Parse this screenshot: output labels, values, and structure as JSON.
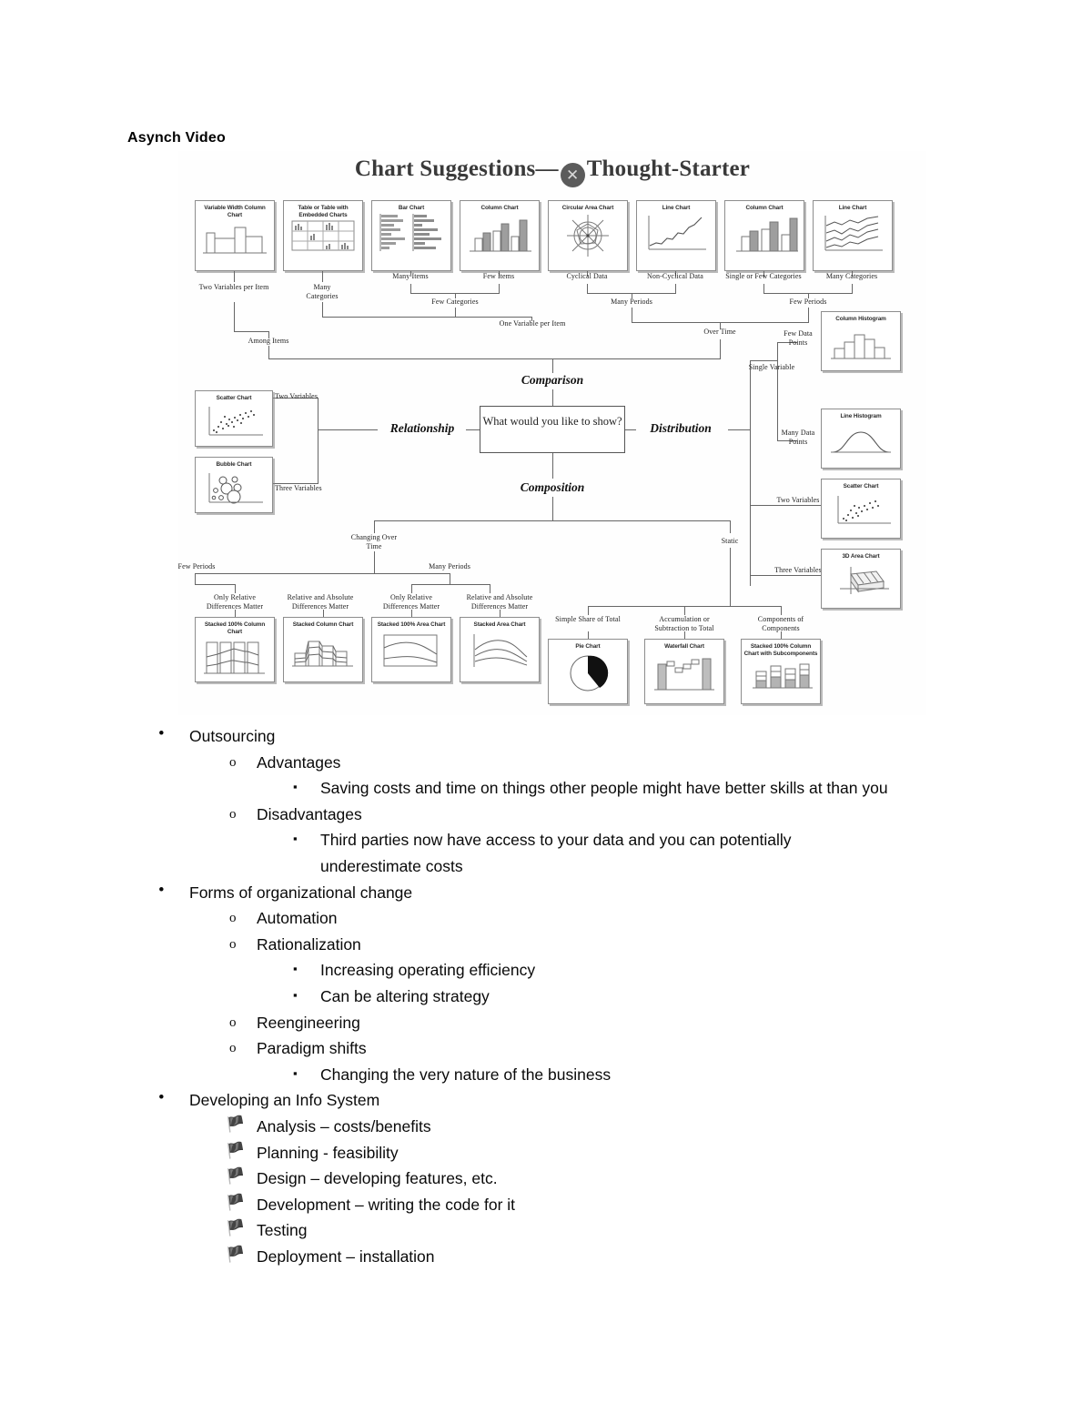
{
  "document": {
    "heading": "Asynch Video"
  },
  "figure": {
    "title_left": "Chart Suggestions",
    "title_dash": "—",
    "title_logo": "✕",
    "title_right": "Thought-Starter",
    "center_question": "What would you like to show?",
    "branches": {
      "comparison": "Comparison",
      "relationship": "Relationship",
      "distribution": "Distribution",
      "composition": "Composition"
    },
    "top_cards": [
      {
        "caption": "Variable Width Column Chart",
        "icon": "variable-width-column-chart"
      },
      {
        "caption": "Table or Table with Embedded Charts",
        "icon": "table-embedded-charts"
      },
      {
        "caption": "Bar Chart",
        "icon": "bar-chart"
      },
      {
        "caption": "Column Chart",
        "icon": "column-chart"
      },
      {
        "caption": "Circular Area Chart",
        "icon": "circular-area-chart"
      },
      {
        "caption": "Line Chart",
        "icon": "line-chart"
      },
      {
        "caption": "Column Chart",
        "icon": "column-chart-grouped"
      },
      {
        "caption": "Line Chart",
        "icon": "line-chart-multi"
      }
    ],
    "comparison_labels": {
      "two_variables_per_item": "Two Variables per Item",
      "many_categories": "Many Categories",
      "many_items": "Many Items",
      "few_items": "Few Items",
      "few_categories": "Few Categories",
      "one_variable_per_item": "One Variable per Item",
      "among_items": "Among Items",
      "cyclical_data": "Cyclical Data",
      "non_cyclical_data": "Non-Cyclical Data",
      "single_or_few_categories": "Single or Few Categories",
      "many_categories_2": "Many Categories",
      "many_periods": "Many Periods",
      "few_periods": "Few Periods",
      "over_time": "Over Time"
    },
    "relationship_cards": [
      {
        "caption": "Scatter Chart",
        "label": "Two Variables",
        "icon": "scatter-chart"
      },
      {
        "caption": "Bubble Chart",
        "label": "Three Variables",
        "icon": "bubble-chart"
      }
    ],
    "distribution_cards": [
      {
        "caption": "Column Histogram",
        "label": "Few Data Points",
        "group": "Single Variable",
        "icon": "column-histogram"
      },
      {
        "caption": "Line Histogram",
        "label": "Many Data Points",
        "group": "Single Variable",
        "icon": "line-histogram"
      },
      {
        "caption": "Scatter Chart",
        "label": "Two Variables",
        "group": "",
        "icon": "scatter-chart"
      },
      {
        "caption": "3D Area Chart",
        "label": "Three Variables",
        "group": "",
        "icon": "3d-area-chart"
      }
    ],
    "distribution_group_label": "Single Variable",
    "composition_labels": {
      "changing_over_time": "Changing Over Time",
      "static": "Static",
      "few_periods": "Few Periods",
      "many_periods": "Many Periods"
    },
    "composition_cards": [
      {
        "caption": "Stacked 100% Column Chart",
        "label": "Only Relative Differences Matter",
        "icon": "stacked-100-column-chart"
      },
      {
        "caption": "Stacked Column Chart",
        "label": "Relative and Absolute Differences Matter",
        "icon": "stacked-column-chart"
      },
      {
        "caption": "Stacked 100% Area Chart",
        "label": "Only Relative Differences Matter",
        "icon": "stacked-100-area-chart"
      },
      {
        "caption": "Stacked Area Chart",
        "label": "Relative and Absolute Differences Matter",
        "icon": "stacked-area-chart"
      },
      {
        "caption": "Pie Chart",
        "label": "Simple Share of Total",
        "icon": "pie-chart"
      },
      {
        "caption": "Waterfall Chart",
        "label": "Accumulation or Subtraction to Total",
        "icon": "waterfall-chart"
      },
      {
        "caption": "Stacked 100% Column Chart with Subcomponents",
        "label": "Components of Components",
        "icon": "stacked-100-column-subcomponents"
      }
    ]
  },
  "outline": {
    "bullet_level1": "•",
    "bullet_level2": "o",
    "bullet_level3": "▪",
    "bullet_flag": "🏴",
    "items": [
      {
        "text": "Outsourcing",
        "level": 1
      },
      {
        "text": "Advantages",
        "level": 2
      },
      {
        "text": "Saving costs and time on things other people might have better skills at than you",
        "level": 3
      },
      {
        "text": "Disadvantages",
        "level": 2
      },
      {
        "text": "Third parties now have access to your data and you can potentially",
        "level": 3
      },
      {
        "text": "underestimate costs",
        "level": 0
      },
      {
        "text": "Forms of organizational change",
        "level": 1
      },
      {
        "text": "Automation",
        "level": 2
      },
      {
        "text": "Rationalization",
        "level": 2
      },
      {
        "text": "Increasing operating efficiency",
        "level": 3
      },
      {
        "text": "Can be altering strategy",
        "level": 3
      },
      {
        "text": "Reengineering",
        "level": 2
      },
      {
        "text": "Paradigm shifts",
        "level": 2
      },
      {
        "text": "Changing the very nature of the business",
        "level": 3
      },
      {
        "text": "Developing an Info System",
        "level": 1
      },
      {
        "text": "Analysis – costs/benefits",
        "level": 4
      },
      {
        "text": "Planning - feasibility",
        "level": 4
      },
      {
        "text": "Design – developing features, etc.",
        "level": 4
      },
      {
        "text": "Development – writing the code for it",
        "level": 4
      },
      {
        "text": "Testing",
        "level": 4
      },
      {
        "text": "Deployment – installation",
        "level": 4
      }
    ]
  }
}
